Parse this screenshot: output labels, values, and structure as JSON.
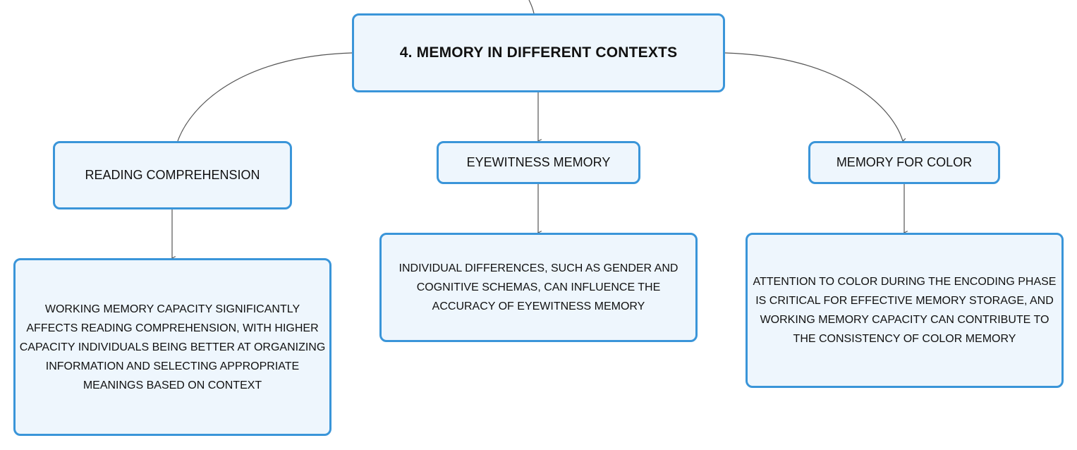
{
  "root": {
    "title": "4. Memory in Different Contexts"
  },
  "topics": [
    {
      "id": "reading",
      "label": "Reading Comprehension",
      "detail": "Working memory capacity significantly affects reading comprehension, with higher capacity individuals being better at organizing information and selecting appropriate meanings based on context"
    },
    {
      "id": "eyewitness",
      "label": "Eyewitness Memory",
      "detail": "Individual differences, such as gender and cognitive schemas, can influence the accuracy of eyewitness memory"
    },
    {
      "id": "color",
      "label": "Memory for Color",
      "detail": "Attention to color during the encoding phase is critical for effective memory storage, and working memory capacity can contribute to the consistency of color memory"
    }
  ],
  "colors": {
    "node_border": "#3a95d9",
    "node_fill": "#eef6fd",
    "connector": "#555555"
  }
}
